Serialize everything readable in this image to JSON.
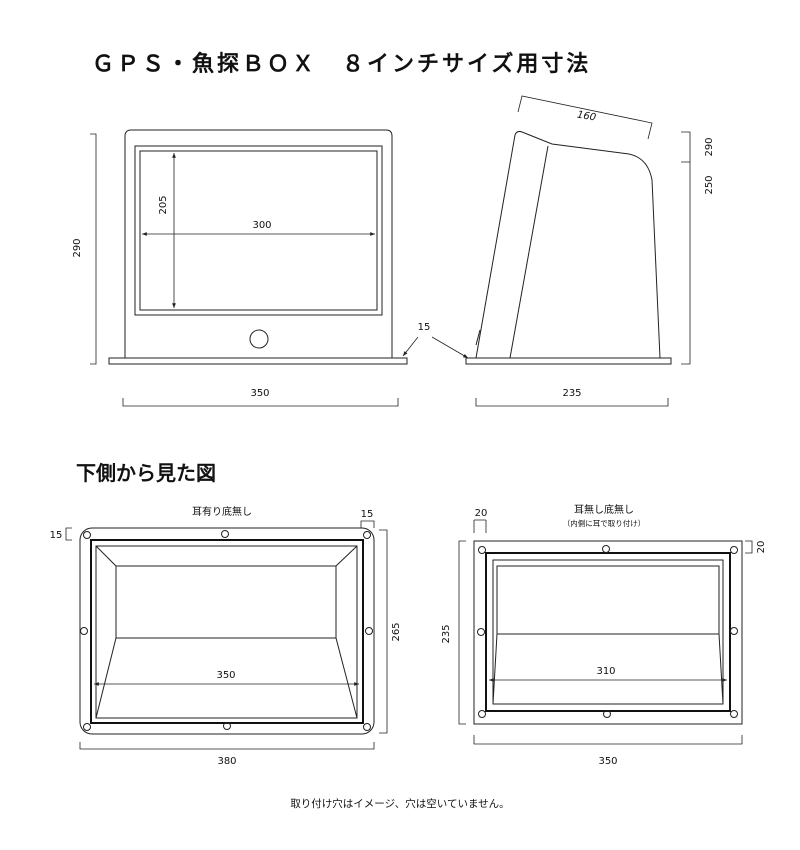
{
  "title": "ＧＰＳ・魚探ＢＯＸ　８インチサイズ用寸法",
  "subtitle": "下側から見た図",
  "note": "取り付け穴はイメージ、穴は空いていません。",
  "front_view": {
    "dim_height": "290",
    "dim_inner_height": "205",
    "dim_inner_width": "300",
    "dim_base_width": "350",
    "dim_flange": "15"
  },
  "side_view": {
    "dim_top": "160",
    "dim_upper": "290",
    "dim_lower": "250",
    "dim_base": "235"
  },
  "bottom_left": {
    "label": "耳有り底無し",
    "dim_flange_top": "15",
    "dim_flange_left": "15",
    "dim_height": "265",
    "dim_inner_width": "350",
    "dim_outer_width": "380"
  },
  "bottom_right": {
    "label": "耳無し底無し",
    "sublabel": "（内側に耳で取り付け）",
    "dim_flange_top": "20",
    "dim_flange_right": "20",
    "dim_height": "235",
    "dim_inner_width": "310",
    "dim_outer_width": "350"
  }
}
